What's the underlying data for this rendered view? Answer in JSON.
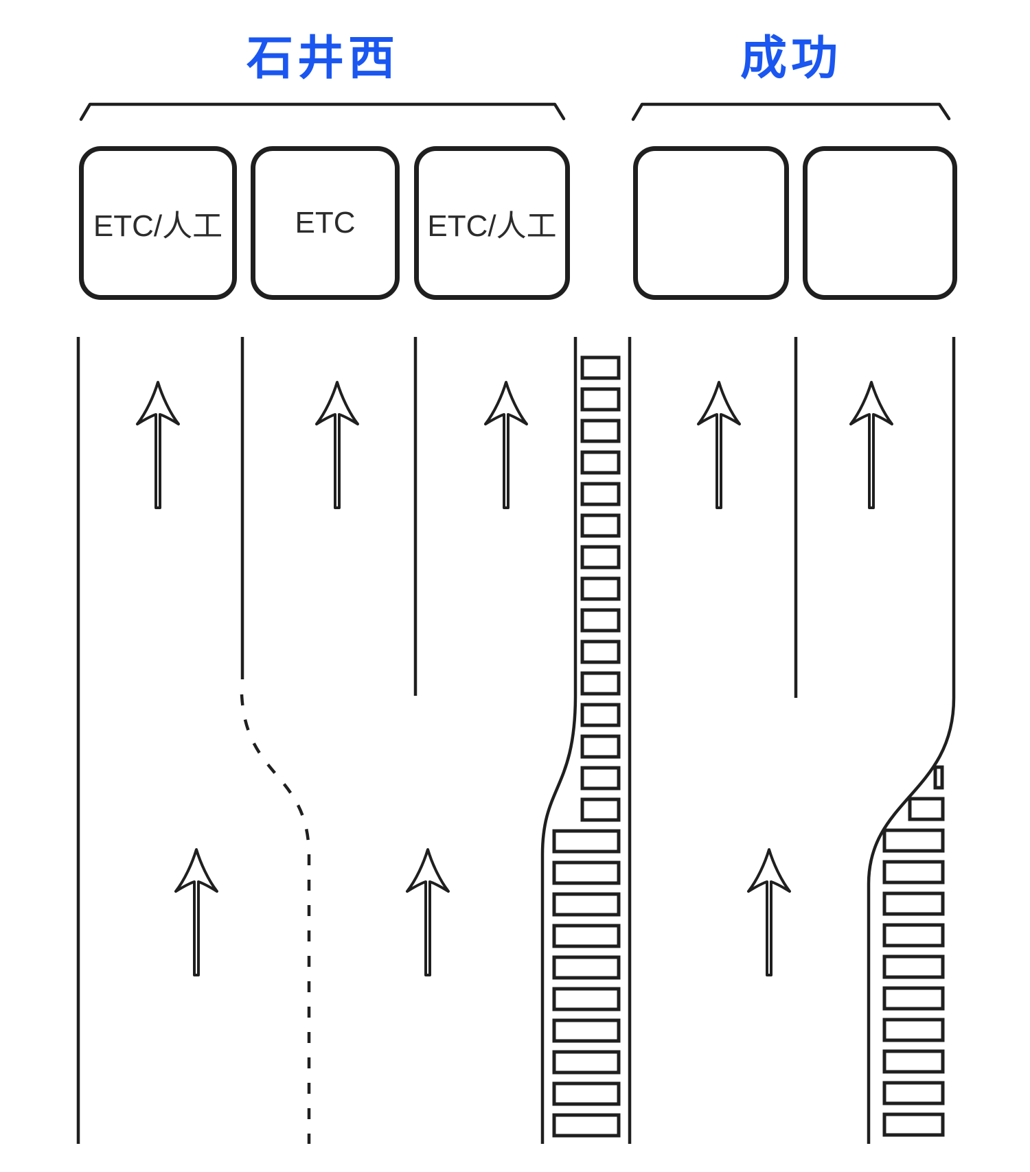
{
  "page": {
    "background": "#ffffff"
  },
  "colors": {
    "accent_blue": "#1a56f0",
    "ink": "#1f1f1f",
    "booth_text": "#2b2b2b"
  },
  "groups": [
    {
      "name": "石井西",
      "booth_labels": [
        "ETC/人工",
        "ETC",
        "ETC/人工"
      ]
    },
    {
      "name": "成功",
      "booth_labels": [
        "",
        ""
      ]
    }
  ],
  "lanes": {
    "direction": "up",
    "top_arrow_count": 5,
    "bottom_arrow_count": 3
  }
}
